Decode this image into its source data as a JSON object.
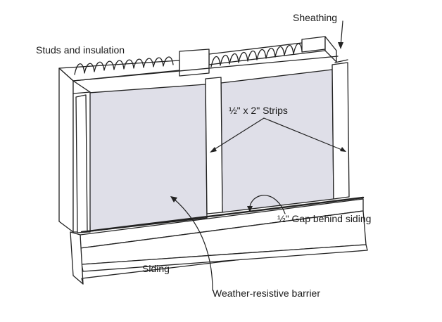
{
  "labels": {
    "studs_and_insulation": "Studs and insulation",
    "sheathing": "Sheathing",
    "strips": "½\" x 2\" Strips",
    "gap": "½\" Gap behind siding",
    "siding": "Siding",
    "barrier": "Weather-resistive barrier"
  },
  "colors": {
    "line": "#222222",
    "barrier_fill": "#dfdfe8",
    "frame_fill": "#ffffff",
    "text": "#1a1a1a"
  }
}
